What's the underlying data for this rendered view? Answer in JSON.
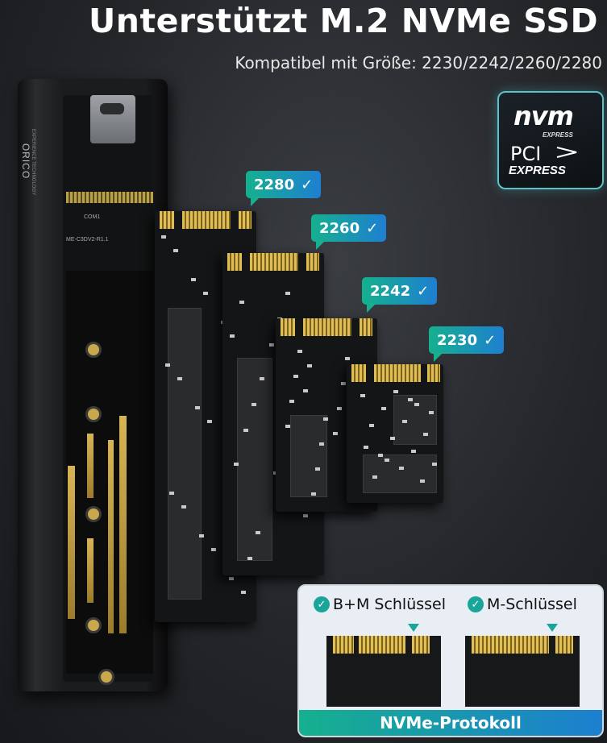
{
  "header": {
    "title": "Unterstützt M.2 NVMe SSD",
    "subtitle": "Kompatibel mit Größe: 2230/2242/2260/2280"
  },
  "badge": {
    "nvm_text": "nvm",
    "express_small": "EXPRESS",
    "pci_text": "PCI",
    "express_large": "EXPRESS"
  },
  "enclosure": {
    "brand": "ORICO",
    "brand_sub": "EXPERIENCE TECHNOLOGY",
    "com_label": "COM1",
    "part_label": "ME-C3DV2-R1.1"
  },
  "sizes": [
    {
      "label": "2280",
      "check": "✓"
    },
    {
      "label": "2260",
      "check": "✓"
    },
    {
      "label": "2242",
      "check": "✓"
    },
    {
      "label": "2230",
      "check": "✓"
    }
  ],
  "keys": {
    "bm_label": "B+M Schlüssel",
    "m_label": "M-Schlüssel",
    "protocol": "NVMe-Protokoll"
  },
  "colors": {
    "accent_teal": "#16b08e",
    "accent_blue": "#1e7fd1",
    "gold": "#d7b555"
  }
}
